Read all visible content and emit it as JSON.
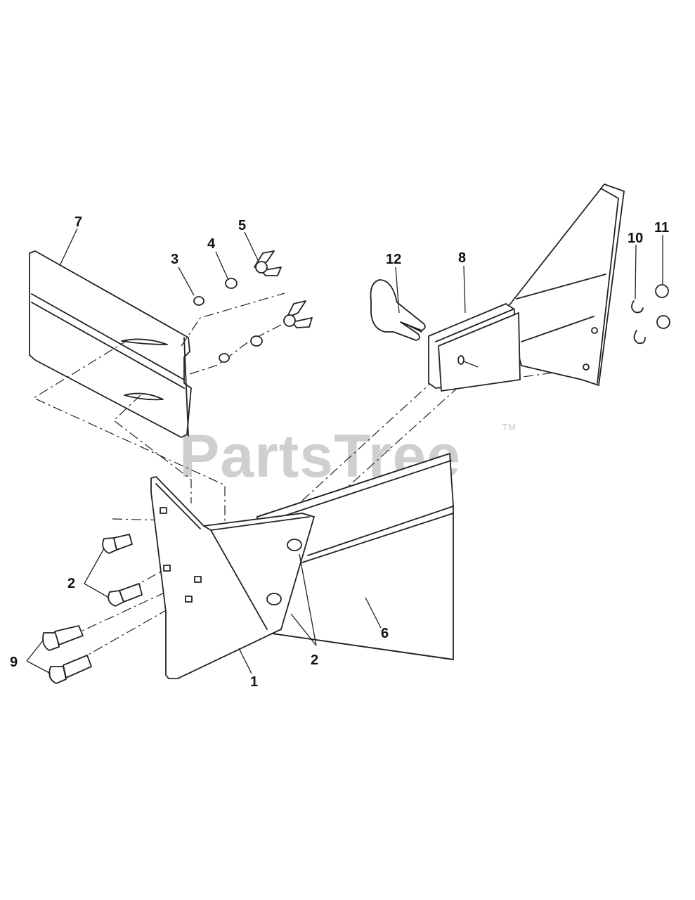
{
  "watermark": {
    "text": "PartsTree",
    "mark": "TM"
  },
  "callouts": {
    "c1": "1",
    "c2a": "2",
    "c2b": "2",
    "c3": "3",
    "c4": "4",
    "c5": "5",
    "c6": "6",
    "c7": "7",
    "c8": "8",
    "c9": "9",
    "c10": "10",
    "c11": "11",
    "c12": "12"
  }
}
